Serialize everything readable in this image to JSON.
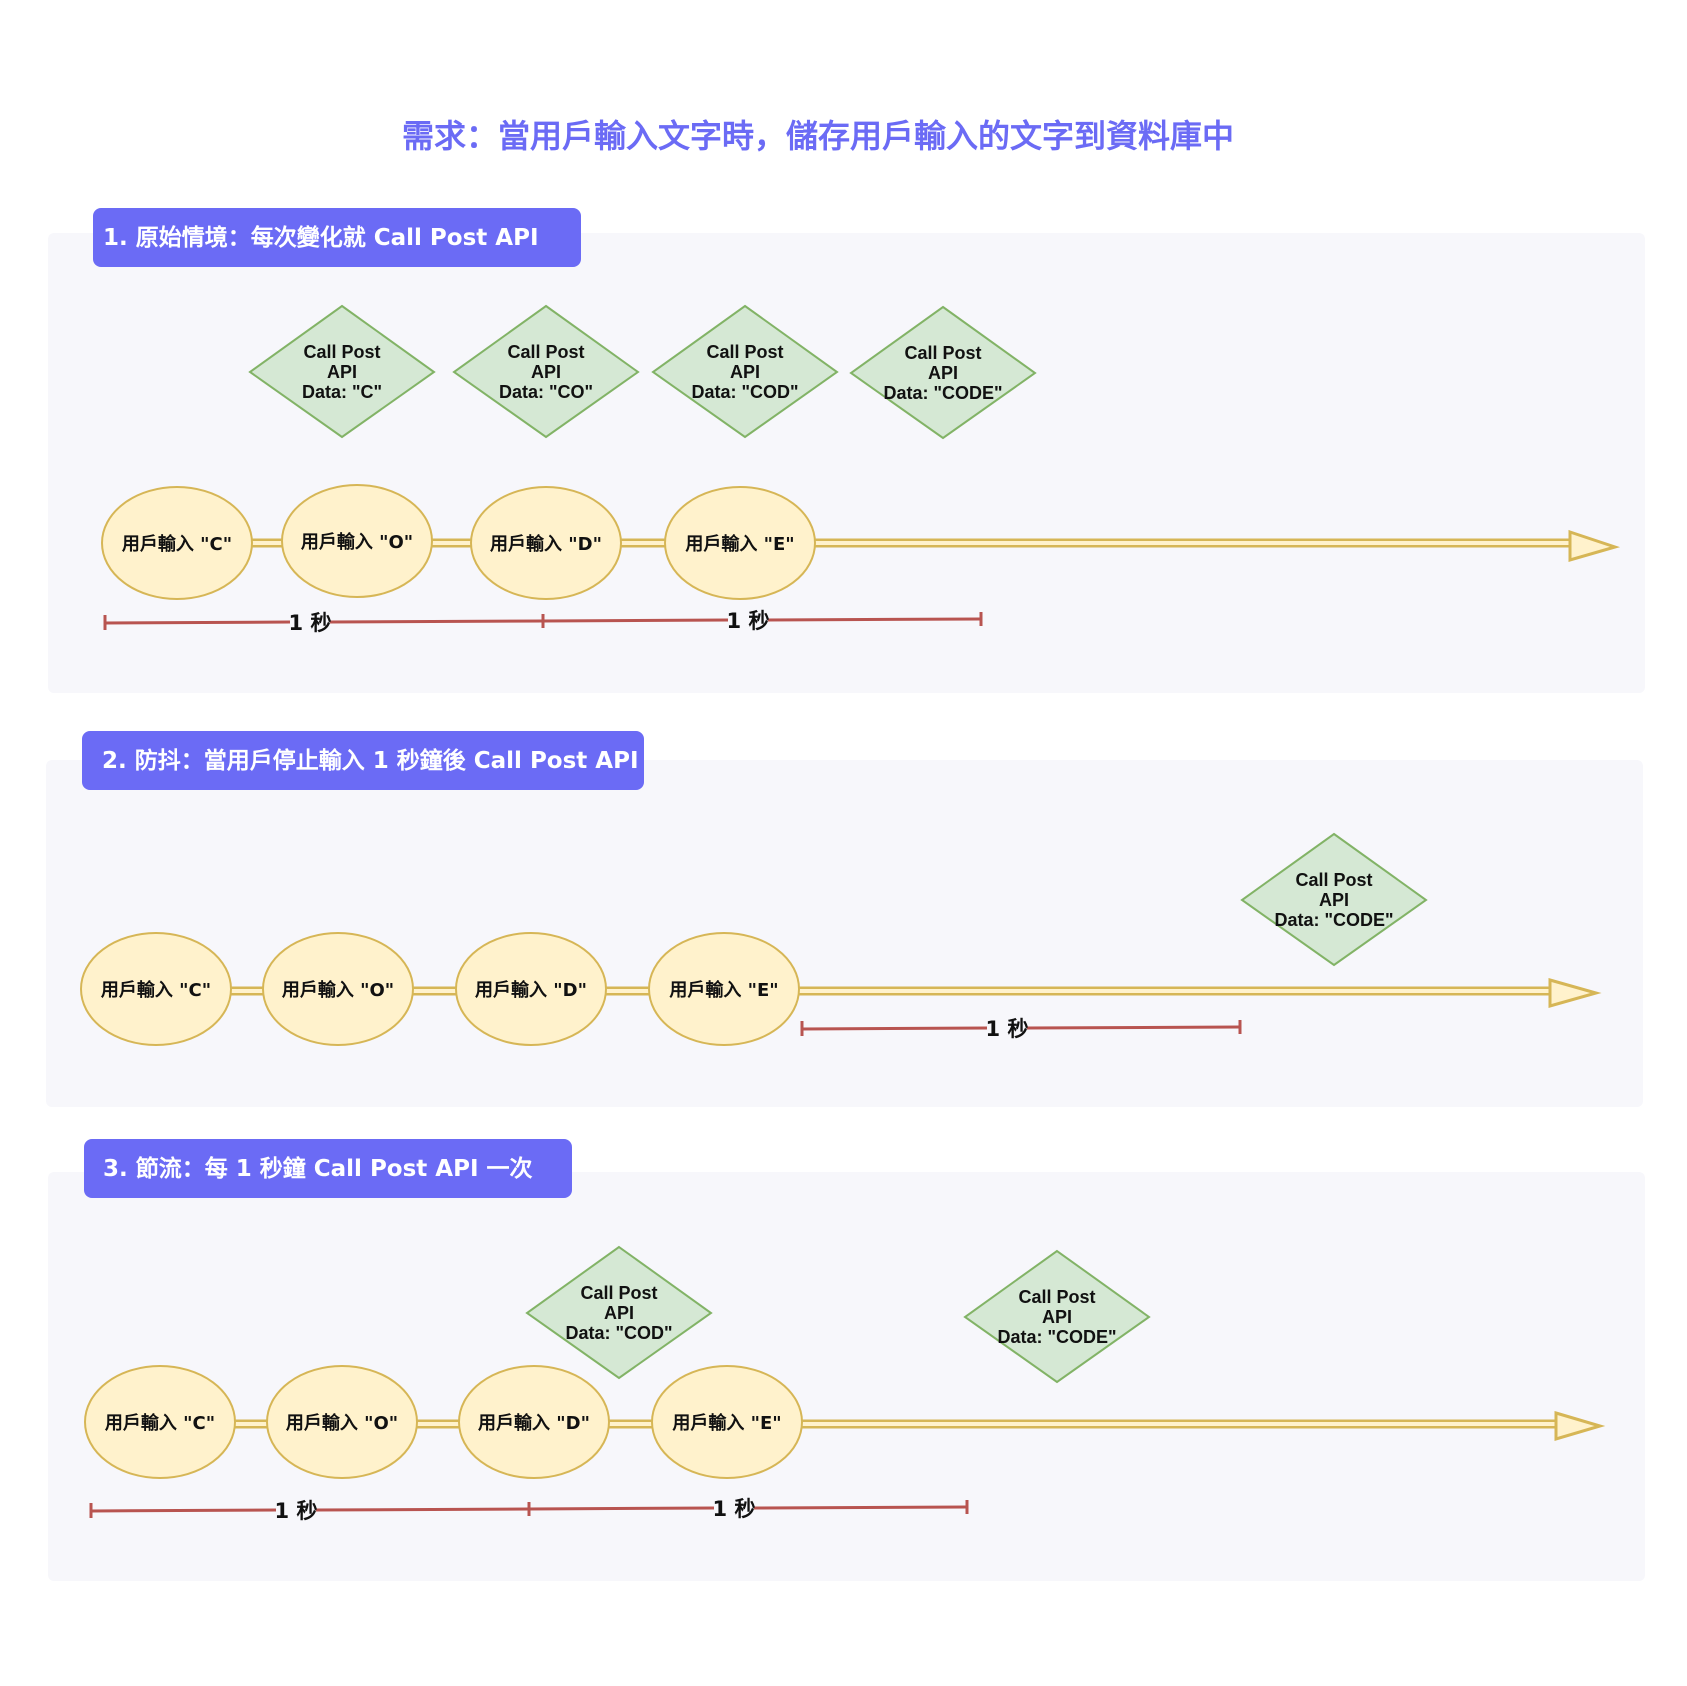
{
  "title": "需求：當用戶輸入文字時，儲存用戶輸入的文字到資料庫中",
  "colors": {
    "title": "#6b6bf5",
    "section_header": "#6b6bf5",
    "section_bg": "#f7f7fb",
    "input_fill": "#fff2cc",
    "input_stroke": "#d6b656",
    "api_fill": "#d5e8d4",
    "api_stroke": "#82b366",
    "timeline": "#d6b656",
    "duration": "#b85450"
  },
  "sections": [
    {
      "label": "1. 原始情境：每次變化就 Call Post API",
      "inputs": [
        "用戶輸入 \"C\"",
        "用戶輸入 \"O\"",
        "用戶輸入 \"D\"",
        "用戶輸入 \"E\""
      ],
      "api_calls": [
        {
          "line1": "Call Post",
          "line2": "API",
          "line3": "Data: \"C\""
        },
        {
          "line1": "Call Post",
          "line2": "API",
          "line3": "Data: \"CO\""
        },
        {
          "line1": "Call Post",
          "line2": "API",
          "line3": "Data: \"COD\""
        },
        {
          "line1": "Call Post",
          "line2": "API",
          "line3": "Data: \"CODE\""
        }
      ],
      "durations": [
        "1 秒",
        "1 秒"
      ]
    },
    {
      "label": "2. 防抖：當用戶停止輸入 1 秒鐘後 Call Post API",
      "inputs": [
        "用戶輸入 \"C\"",
        "用戶輸入 \"O\"",
        "用戶輸入 \"D\"",
        "用戶輸入 \"E\""
      ],
      "api_calls": [
        {
          "line1": "Call Post",
          "line2": "API",
          "line3": "Data: \"CODE\""
        }
      ],
      "durations": [
        "1 秒"
      ]
    },
    {
      "label": "3. 節流：每 1 秒鐘 Call Post API 一次",
      "inputs": [
        "用戶輸入 \"C\"",
        "用戶輸入 \"O\"",
        "用戶輸入 \"D\"",
        "用戶輸入 \"E\""
      ],
      "api_calls": [
        {
          "line1": "Call Post",
          "line2": "API",
          "line3": "Data: \"COD\""
        },
        {
          "line1": "Call Post",
          "line2": "API",
          "line3": "Data: \"CODE\""
        }
      ],
      "durations": [
        "1 秒",
        "1 秒"
      ]
    }
  ]
}
